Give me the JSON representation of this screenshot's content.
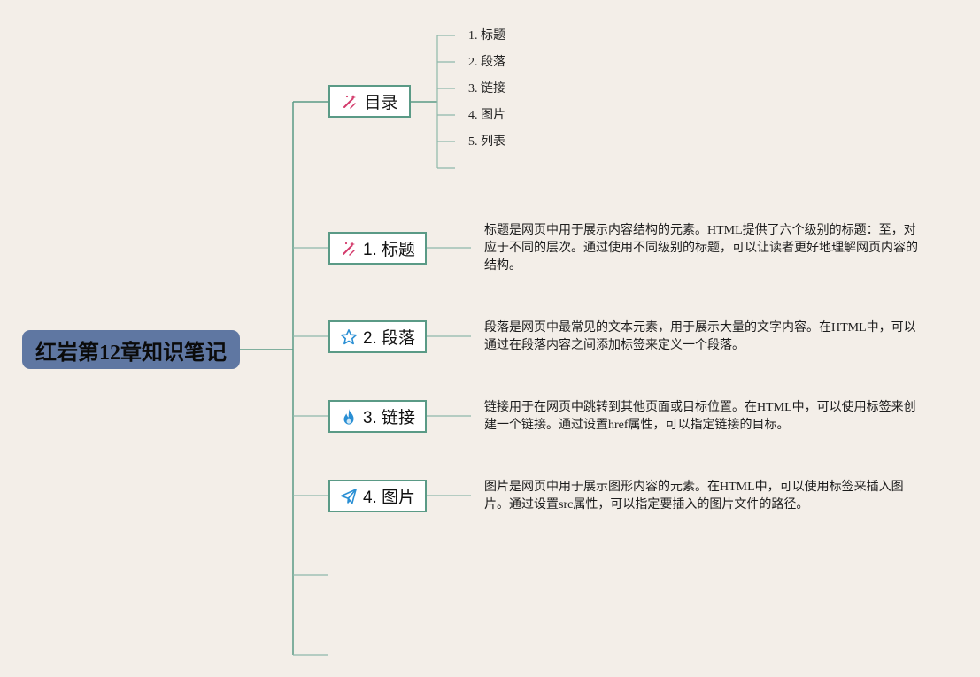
{
  "root": {
    "title": "红岩第12章知识笔记"
  },
  "branches": [
    {
      "label": "目录",
      "icon": "magic-wand-icon",
      "items": [
        "1. 标题",
        "2. 段落",
        "3. 链接",
        "4. 图片",
        "5. 列表"
      ]
    },
    {
      "label": "1. 标题",
      "icon": "magic-wand-icon",
      "description": "标题是网页中用于展示内容结构的元素。HTML提供了六个级别的标题：至，对应于不同的层次。通过使用不同级别的标题，可以让读者更好地理解网页内容的结构。"
    },
    {
      "label": "2. 段落",
      "icon": "star-icon",
      "description": "段落是网页中最常见的文本元素，用于展示大量的文字内容。在HTML中，可以通过在段落内容之间添加标签来定义一个段落。"
    },
    {
      "label": "3. 链接",
      "icon": "flame-icon",
      "description": "链接用于在网页中跳转到其他页面或目标位置。在HTML中，可以使用标签来创建一个链接。通过设置href属性，可以指定链接的目标。"
    },
    {
      "label": "4. 图片",
      "icon": "paper-plane-icon",
      "description": "图片是网页中用于展示图形内容的元素。在HTML中，可以使用标签来插入图片。通过设置src属性，可以指定要插入的图片文件的路径。"
    }
  ],
  "colors": {
    "background": "#f3eee8",
    "root_fill": "#5f77a2",
    "node_border": "#5a9a86",
    "connector": "#5a9a86",
    "magic_icon": "#d33a6b",
    "blue_icon": "#2a8fd4"
  }
}
